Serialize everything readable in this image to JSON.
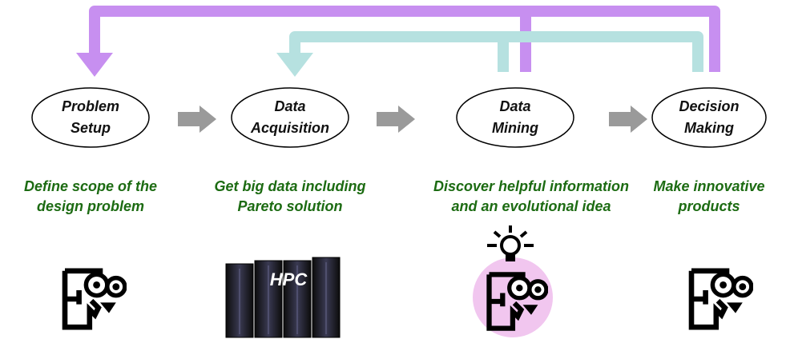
{
  "colors": {
    "outer_loop": "#c78ff0",
    "inner_loop": "#b6e1e0",
    "step_arrow": "#9a9a9a",
    "description_text": "#1c6b12",
    "idea_glow": "#f1c6ef"
  },
  "stages": [
    {
      "line1": "Problem",
      "line2": "Setup",
      "description": [
        "Define scope of the",
        "design problem"
      ],
      "icon": "thinking-person-icon"
    },
    {
      "line1": "Data",
      "line2": "Acquisition",
      "description": [
        "Get big data including",
        "Pareto solution"
      ],
      "icon": "hpc-server-rack-icon"
    },
    {
      "line1": "Data",
      "line2": "Mining",
      "description": [
        "Discover helpful information",
        "and an evolutional idea"
      ],
      "icon": "person-with-lightbulb-icon"
    },
    {
      "line1": "Decision",
      "line2": "Making",
      "description": [
        "Make innovative",
        "products"
      ],
      "icon": "thinking-person-icon"
    }
  ],
  "hpc_label": "HPC"
}
